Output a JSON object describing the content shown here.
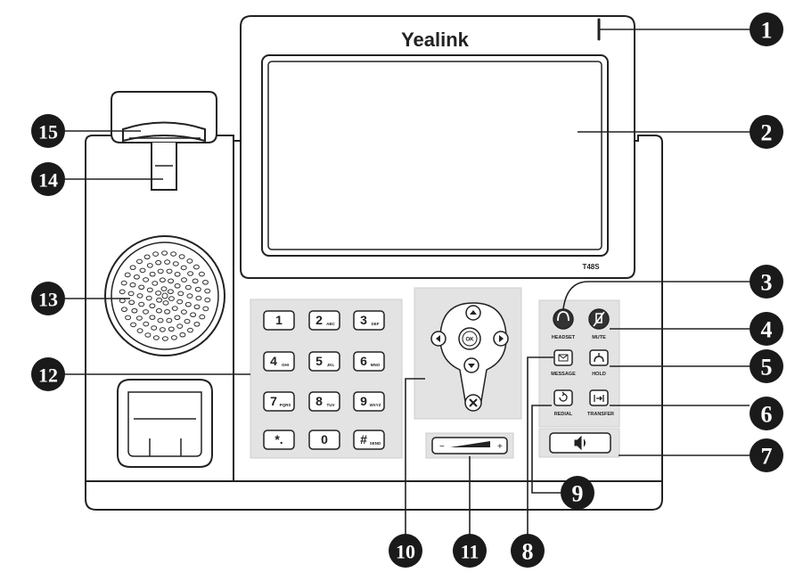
{
  "brand": "Yealink",
  "model": "T48S",
  "keypad": [
    {
      "main": "1",
      "sub": ""
    },
    {
      "main": "2",
      "sub": "ABC"
    },
    {
      "main": "3",
      "sub": "DEF"
    },
    {
      "main": "4",
      "sub": "GHI"
    },
    {
      "main": "5",
      "sub": "JKL"
    },
    {
      "main": "6",
      "sub": "MNO"
    },
    {
      "main": "7",
      "sub": "PQRS"
    },
    {
      "main": "8",
      "sub": "TUV"
    },
    {
      "main": "9",
      "sub": "WXYZ"
    },
    {
      "main": "*.",
      "sub": ""
    },
    {
      "main": "0",
      "sub": ""
    },
    {
      "main": "#",
      "sub": "SEND"
    }
  ],
  "nav": {
    "ok": "OK"
  },
  "volume": {
    "minus": "−",
    "plus": "+"
  },
  "function_keys": {
    "headset": "HEADSET",
    "mute": "MUTE",
    "message": "MESSAGE",
    "hold": "HOLD",
    "redial": "REDIAL",
    "transfer": "TRANSFER"
  },
  "callouts": [
    "1",
    "2",
    "3",
    "4",
    "5",
    "6",
    "7",
    "8",
    "9",
    "10",
    "11",
    "12",
    "13",
    "14",
    "15"
  ]
}
